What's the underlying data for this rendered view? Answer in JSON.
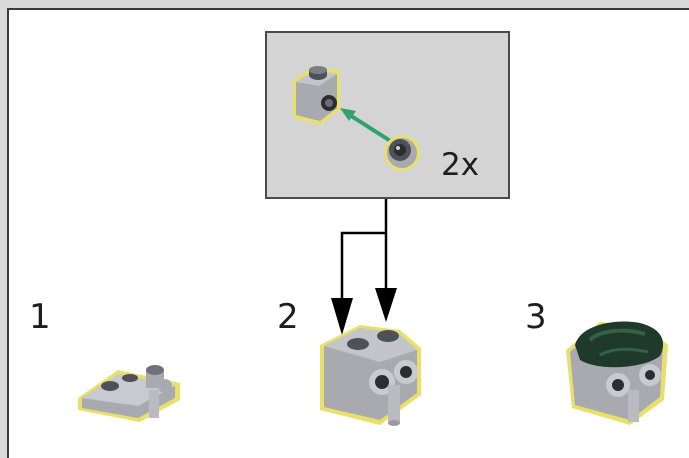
{
  "callout": {
    "multiplier": "2x"
  },
  "steps": [
    {
      "number": "1"
    },
    {
      "number": "2"
    },
    {
      "number": "3"
    }
  ],
  "colors": {
    "brick_gray": "#a8aab0",
    "brick_dark": "#4e5158",
    "highlight_yellow": "#e8e06a",
    "arrow_green": "#2fa36b",
    "part_dark_green": "#1f3a2b"
  }
}
